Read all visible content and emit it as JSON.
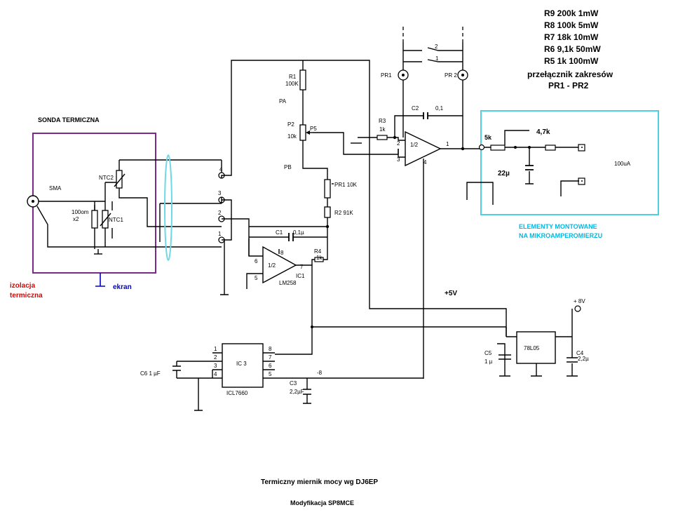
{
  "title": "Termiczny miernik mocy wg DJ6EP",
  "subtitle": "Modyfikacja SP8MCE",
  "range_table": [
    "R9 200k 1mW",
    "R8 100k 5mW",
    "R7   18k 10mW",
    "R6   9,1k 50mW",
    "R5      1k 100mW"
  ],
  "switch_note": [
    "przełącznik zakresów",
    "PR1   -   PR2"
  ],
  "probe": {
    "title": "SONDA TERMICZNA",
    "connector": "SMA",
    "resistor": [
      "100om",
      "x2"
    ],
    "ntc1": "NTC1",
    "ntc2": "NTC2",
    "pins": [
      "4",
      "3",
      "2",
      "1"
    ]
  },
  "insulation": [
    "izolacja",
    "termiczna"
  ],
  "shield": "ekran",
  "meter_box": {
    "caption": [
      "ELEMENTY MONTOWANE",
      "NA MIKROAMPEROMIERZU"
    ],
    "pot": "5k",
    "resistor": "4,7k",
    "cap": "22µ",
    "meter": "100uA"
  },
  "labels": {
    "r1": [
      "R1",
      "100K"
    ],
    "pa": "PA",
    "p2": [
      "P2",
      "10k"
    ],
    "p5": "P5",
    "pb": "PB",
    "pr1": "PR1  10K",
    "r2": "R2  91K",
    "r3": [
      "R3",
      "1k"
    ],
    "c2": [
      "C2",
      "0,1"
    ],
    "pr1_top": "PR1",
    "pr2_top": "PR 2",
    "sw_pos": [
      "2",
      "1"
    ],
    "opamp_half": "1/2",
    "u1_pins": [
      "2",
      "3",
      "1",
      "4"
    ],
    "c1": [
      "C1",
      "0,1µ"
    ],
    "r4": [
      "R4",
      "1k"
    ],
    "ic1": [
      "IC1",
      "LM258"
    ],
    "ic1_pins": [
      "8",
      "6",
      "5",
      "7"
    ],
    "ic3": [
      "IC 3",
      "ICL7660"
    ],
    "ic3_left_pins": [
      "1",
      "2",
      "3",
      "4"
    ],
    "ic3_right_pins": [
      "8",
      "7",
      "6",
      "5"
    ],
    "c6": "C6  1  µF",
    "c3": [
      "C3",
      "2,2µF"
    ],
    "minus8": "-8",
    "plus5": "+5V",
    "plus8": "+ 8V",
    "reg": "78L05",
    "c5": [
      "C5",
      "1  µ"
    ],
    "c4": [
      "C4",
      "2,2µ"
    ]
  },
  "colors": {
    "probe_box": "#7b2a8a",
    "meter_box": "#4fd0e0",
    "insulation": "#e00000",
    "shield": "#0000cc",
    "cable": "#6fd8e4",
    "caption": "#00b8e0"
  }
}
